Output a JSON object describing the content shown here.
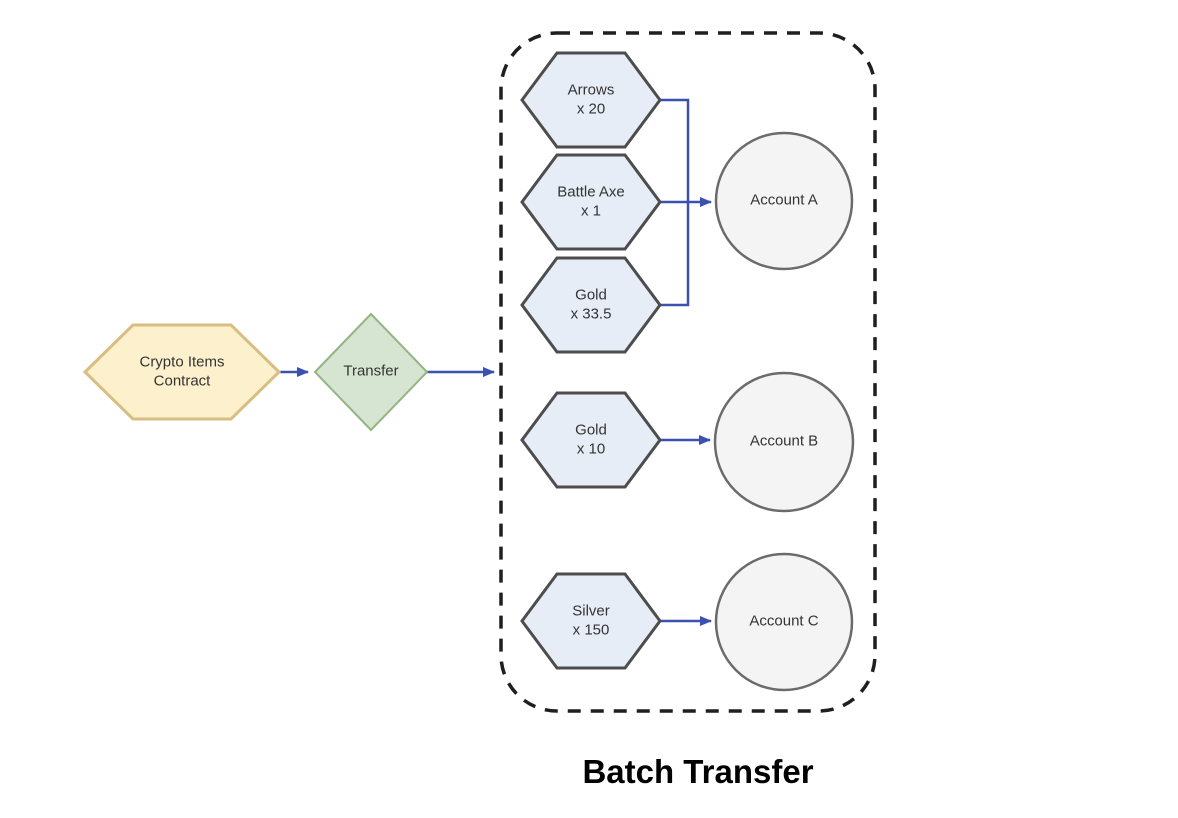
{
  "title": "Batch Transfer",
  "nodes": {
    "contract": "Crypto Items\nContract",
    "action": "Transfer",
    "items": {
      "arrows": "Arrows\nx 20",
      "battle_axe": "Battle Axe\nx 1",
      "gold_to_a": "Gold\nx 33.5",
      "gold_to_b": "Gold\nx 10",
      "silver": "Silver\nx 150"
    },
    "accounts": {
      "a": "Account A",
      "b": "Account B",
      "c": "Account C"
    }
  },
  "colors": {
    "contract_fill": "#FCF0CD",
    "contract_stroke": "#D9BE83",
    "action_fill": "#D6E5D1",
    "action_stroke": "#94B483",
    "item_fill": "#E7EDF6",
    "item_stroke": "#4D4D4D",
    "account_fill": "#F4F4F4",
    "account_stroke": "#6B6B6B",
    "connector": "#3B51B0",
    "batch_border": "#1F1F1F"
  }
}
